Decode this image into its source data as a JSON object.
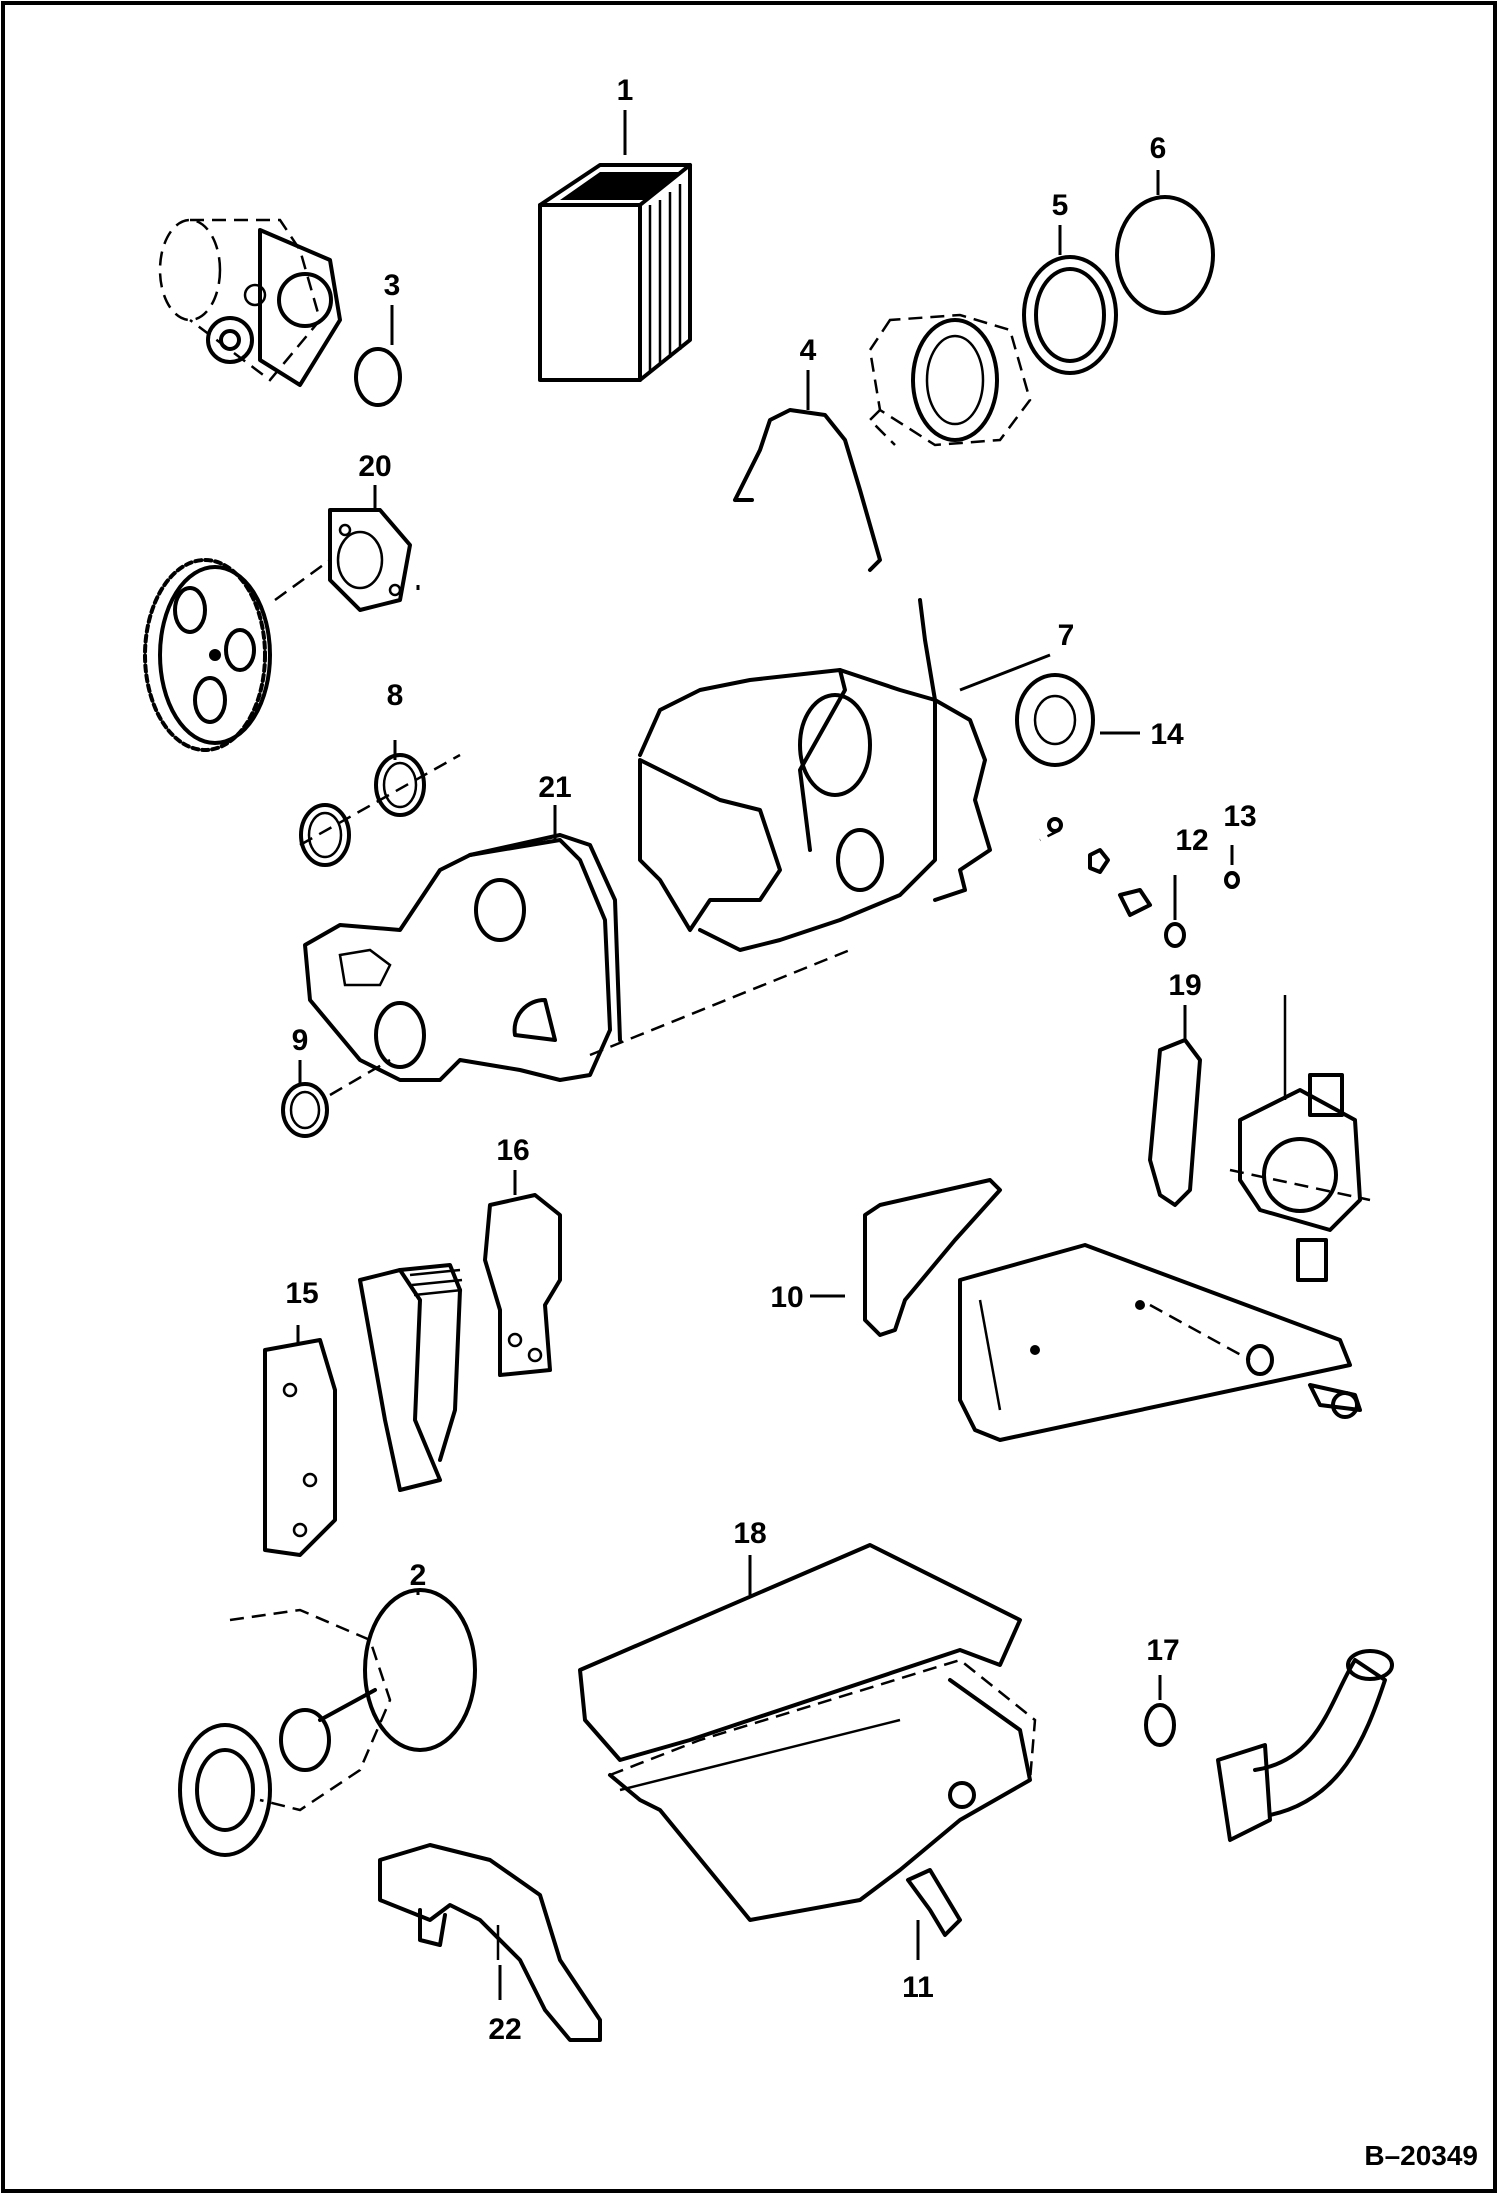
{
  "diagram": {
    "callouts": [
      {
        "id": "callout-1",
        "text": "1"
      },
      {
        "id": "callout-2",
        "text": "2"
      },
      {
        "id": "callout-3",
        "text": "3"
      },
      {
        "id": "callout-4",
        "text": "4"
      },
      {
        "id": "callout-5",
        "text": "5"
      },
      {
        "id": "callout-6",
        "text": "6"
      },
      {
        "id": "callout-7",
        "text": "7"
      },
      {
        "id": "callout-8",
        "text": "8"
      },
      {
        "id": "callout-9",
        "text": "9"
      },
      {
        "id": "callout-10",
        "text": "10"
      },
      {
        "id": "callout-11",
        "text": "11"
      },
      {
        "id": "callout-12",
        "text": "12"
      },
      {
        "id": "callout-13",
        "text": "13"
      },
      {
        "id": "callout-14",
        "text": "14"
      },
      {
        "id": "callout-15",
        "text": "15"
      },
      {
        "id": "callout-16",
        "text": "16"
      },
      {
        "id": "callout-17",
        "text": "17"
      },
      {
        "id": "callout-18",
        "text": "18"
      },
      {
        "id": "callout-19",
        "text": "19"
      },
      {
        "id": "callout-20",
        "text": "20"
      },
      {
        "id": "callout-21",
        "text": "21"
      },
      {
        "id": "callout-22",
        "text": "22"
      }
    ],
    "figure_number": "B–20349"
  }
}
